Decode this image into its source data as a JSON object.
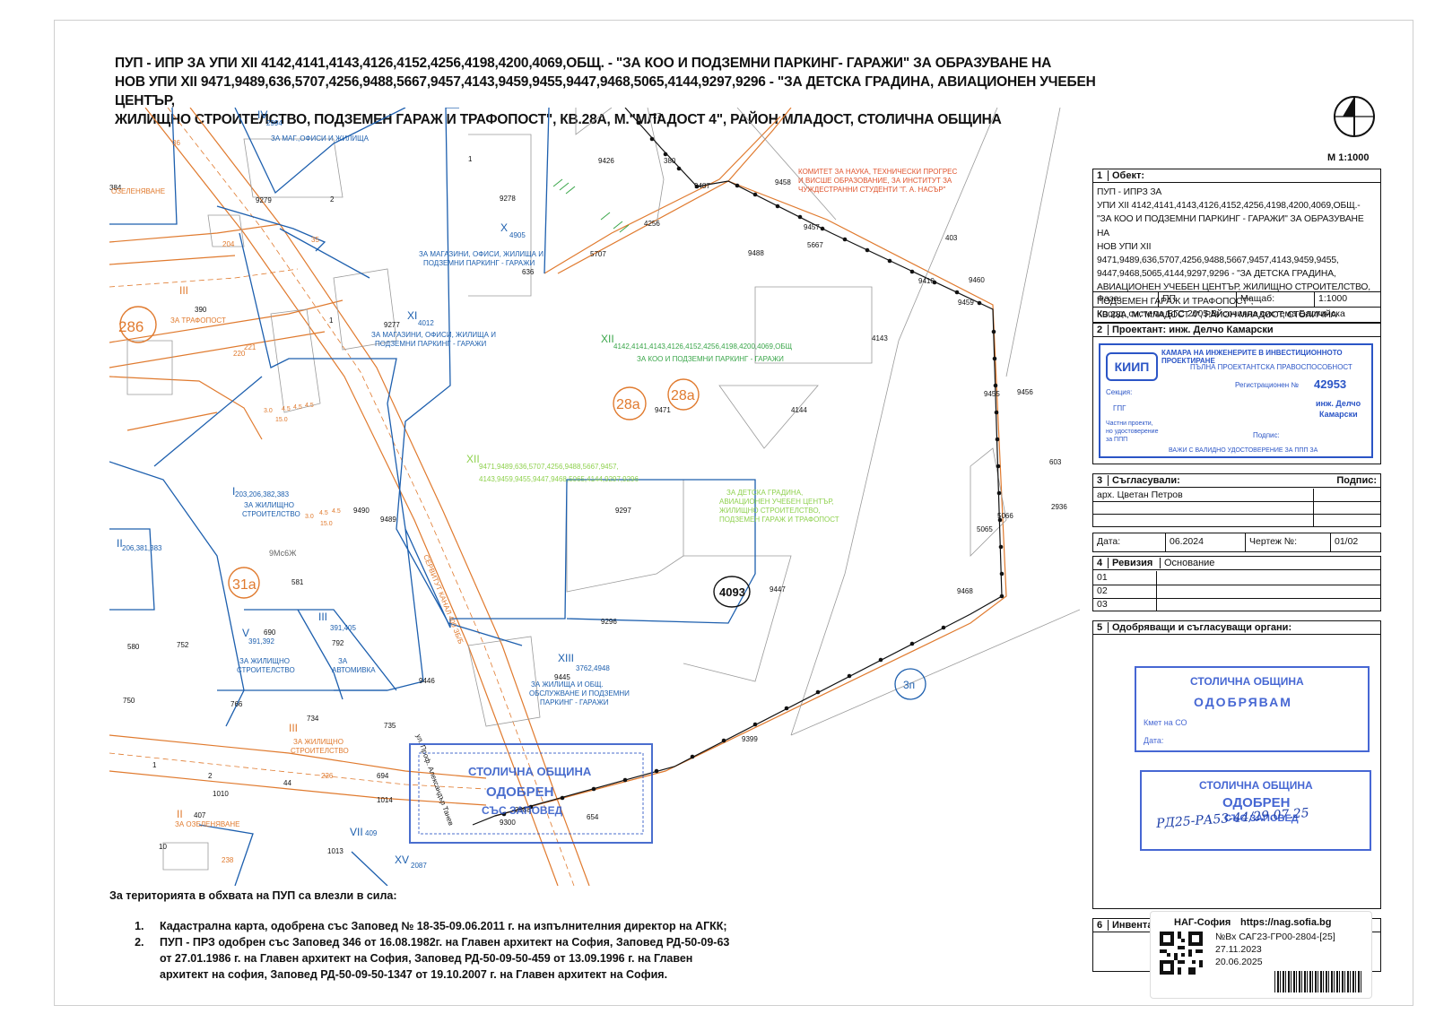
{
  "title_lines": [
    "ПУП - ИПР ЗА УПИ XII 4142,4141,4143,4126,4152,4256,4198,4200,4069,ОБЩ. - \"ЗА КОО И ПОДЗЕМНИ ПАРКИНГ- ГАРАЖИ\" ЗА ОБРАЗУВАНЕ НА",
    "НОВ УПИ XII 9471,9489,636,5707,4256,9488,5667,9457,4143,9459,9455,9447,9468,5065,4144,9297,9296 - \"ЗА ДЕТСКА ГРАДИНА, АВИАЦИОНЕН УЧЕБЕН ЦЕНТЪР,",
    "ЖИЛИЩНО СТРОИТЕЛСТВО, ПОДЗЕМЕН ГАРАЖ И ТРАФОПОСТ\", КВ.28А, М.\"МЛАДОСТ 4\", РАЙОН МЛАДОСТ, СТОЛИЧНА ОБЩИНА"
  ],
  "scale_label": "М 1:1000",
  "map": {
    "parcel_numbers": {
      "p9426": "9426",
      "p380": "380",
      "p27": "27",
      "p9278": "9278",
      "p1a": "1",
      "p9279": "9279",
      "p2a": "2",
      "p636": "636",
      "p5707": "5707",
      "p4256": "4256",
      "p9487": "9487",
      "p9458": "9458",
      "p9457": "9457",
      "p5667": "5667",
      "p9488": "9488",
      "p403": "403",
      "p9460": "9460",
      "p9459": "9459",
      "p9410": "9410",
      "p4143": "4143",
      "p9277": "9277",
      "p1b": "1",
      "p9471": "9471",
      "p4144": "4144",
      "p9455": "9455",
      "p9456": "9456",
      "p603": "603",
      "p9489": "9489",
      "p9297": "9297",
      "p2936": "2936",
      "p5066": "5066",
      "p5065": "5065",
      "p9468": "9468",
      "p9447": "9447",
      "p9296": "9296",
      "p9446": "9446",
      "p9399": "9399",
      "p580": "580",
      "p750": "750",
      "p752": "752",
      "p766": "766",
      "p734": "734",
      "p690": "690",
      "p792": "792",
      "p581": "581",
      "p1010": "1010",
      "p1013": "1013",
      "p1014": "1014",
      "p9300": "9300",
      "p2988": "2988",
      "p654": "654",
      "p694": "694",
      "p44": "44",
      "p10": "10",
      "p1c": "1",
      "p2b": "2",
      "p735": "735",
      "p9490": "9490",
      "p390": "390",
      "p384": "384",
      "p9445": "9445"
    },
    "upi_labels": {
      "u_IV": "IV",
      "u_IV_num": "2994",
      "u_IV_txt": "ЗА МАГ.,ОФИСИ И ЖИЛИЩА",
      "u_X": "X",
      "u_X_num": "4905",
      "u_X_txt1": "ЗА МАГАЗИНИ, ОФИСИ, ЖИЛИЩА И",
      "u_X_txt2": "ПОДЗЕМНИ ПАРКИНГ - ГАРАЖИ",
      "u_XI": "XI",
      "u_XI_num": "4012",
      "u_XI_txt1": "ЗА МАГАЗИНИ, ОФИСИ, ЖИЛИЩА И",
      "u_XI_txt2": "ПОДЗЕМНИ ПАРКИНГ - ГАРАЖИ",
      "u_XIIo": "XII",
      "u_XIIo_num": "4142,4141,4143,4126,4152,4256,4198,4200,4069,ОБЩ",
      "u_XIIo_txt": "ЗА КОО И ПОДЗЕМНИ ПАРКИНГ - ГАРАЖИ",
      "u_XIIn": "XII",
      "u_XIIn_num1": "9471,9489,636,5707,4256,9488,5667,9457,",
      "u_XIIn_num2": "4143,9459,9455,9447,9468,5065,4144,9297,9296",
      "u_XIIn_txt1": "ЗА ДЕТСКА ГРАДИНА,",
      "u_XIIn_txt2": "АВИАЦИОНЕН УЧЕБЕН ЦЕНТЪР,",
      "u_XIIn_txt3": "ЖИЛИЩНО СТРОИТЕЛСТВО,",
      "u_XIIn_txt4": "ПОДЗЕМЕН ГАРАЖ И ТРАФОПОСТ",
      "u_I": "I",
      "u_I_num": "203,206,382,383",
      "u_I_txt1": "ЗА ЖИЛИЩНО",
      "u_I_txt2": "СТРОИТЕЛСТВО",
      "u_II": "II",
      "u_II_num": "206,381,383",
      "u_III_a": "III",
      "u_III_a_txt": "ЗА ТРАФОПОСТ",
      "u_III_b": "III",
      "u_III_b_num": "391,405",
      "u_III_b_txt1": "ЗА",
      "u_III_b_txt2": "АВТОМИВКА",
      "u_V": "V",
      "u_V_num": "391,392",
      "u_V_txt1": "ЗА ЖИЛИЩНО",
      "u_V_txt2": "СТРОИТЕЛСТВО",
      "u_III_c": "III",
      "u_III_c_txt1": "ЗА ЖИЛИЩНО",
      "u_III_c_txt2": "СТРОИТЕЛСТВО",
      "u_XIII": "XIII",
      "u_XIII_num": "3762,4948",
      "u_XIII_txt1": "ЗА ЖИЛИЩА И ОБЩ.",
      "u_XIII_txt2": "ОБСЛУЖВАНЕ И ПОДЗЕМНИ",
      "u_XIII_txt3": "ПАРКИНГ - ГАРАЖИ",
      "u_VII": "VII",
      "u_VII_num": "409",
      "u_XV": "XV",
      "u_XV_num": "2087",
      "u_II_b": "II",
      "u_II_b_num": "407",
      "u_II_b_txt": "ЗА ОЗЕЛЕНЯВАНЕ",
      "u_ozel": "ОЗЕЛЕНЯВАНЕ",
      "committee1": "КОМИТЕТ ЗА НАУКА, ТЕХНИЧЕСКИ ПРОГРЕС",
      "committee2": "И ВИСШЕ ОБРАЗОВАНИЕ, ЗА ИНСТИТУТ ЗА",
      "committee3": "ЧУЖДЕСТРАННИ СТУДЕНТИ \"Г. А. НАСЪР\"",
      "street": "ул. Проф. Александър Танев",
      "servitude": "СЕРВИТУТ КАНАЛ 400 ЗБ/Б",
      "kv28a_1": "28а",
      "kv28a_2": "28а",
      "kv286": "286",
      "kv31a": "31а",
      "kv3p": "3п",
      "q4093": "4093",
      "road_a": "4.5",
      "road_b": "4.5",
      "road_c": "4.5",
      "road_d": "3.0",
      "road_e": "15.0",
      "road_f": "3.0",
      "road_g": "15.0",
      "road_h": "4.5",
      "road_i": "4.5",
      "sign": "9Мс6Ж",
      "os220": "220",
      "os221": "221",
      "os204": "204",
      "os226": "226",
      "os238": "238",
      "os36": "36",
      "os35": "35"
    },
    "stamp_map": {
      "line1": "СТОЛИЧНА ОБЩИНА",
      "line2": "ОДОБРЕН",
      "line3": "СЪС ЗАПОВЕД"
    }
  },
  "block1": {
    "num": "1",
    "label": "Обект:",
    "lines": [
      "ПУП - ИПРЗ ЗА",
      "УПИ XII 4142,4141,4143,4126,4152,4256,4198,4200,4069,ОБЩ.-",
      "\"ЗА КОО И ПОДЗЕМНИ ПАРКИНГ - ГАРАЖИ\" ЗА ОБРАЗУВАНЕ НА",
      "НОВ УПИ XII 9471,9489,636,5707,4256,9488,5667,9457,4143,9459,9455,",
      "9447,9468,5065,4144,9297,9296 - \"ЗА ДЕТСКА ГРАДИНА,",
      "АВИАЦИОНЕН УЧЕБЕН ЦЕНТЪР, ЖИЛИЩНО СТРОИТЕЛСТВО,",
      "ПОДЗЕМЕН ГАРАЖ И ТРАФОПОСТ\",",
      "КВ.28А, М.\"МЛАДОСТ 4\", РАЙОН МЛАДОСТ, СТОЛИЧНА ОБЩИНА"
    ],
    "phase_label": "Фаза:",
    "phase": "ПП",
    "scale_label": "Мащаб:",
    "scale": "1:1000",
    "coords": "Коорд. система БГС 2005,Височинна система Балтийска"
  },
  "block2": {
    "num": "2",
    "label": "Проектант: инж. Делчо Камарски",
    "stamp": {
      "logo": "КИИП",
      "line1": "КАМАРА НА ИНЖЕНЕРИТЕ В ИНВЕСТИЦИОННОТО ПРОЕКТИРАНЕ",
      "line2": "ПЪЛНА ПРОЕКТАНТСКА ПРАВОСПОСОБНОСТ",
      "reg_label": "Регистрационен №",
      "reg": "42953",
      "section_label": "Секция:",
      "section": "ГПГ",
      "name1": "инж. Делчо",
      "name2": "Камарски",
      "note1": "Частни проекти,",
      "note2": "но удостоверение",
      "note3": "за ППП",
      "sign": "Подпис:",
      "footer": "ВАЖИ С ВАЛИДНО УДОСТОВЕРЕНИЕ ЗА ППП ЗА"
    }
  },
  "block3": {
    "num": "3",
    "label": "Съгласували:",
    "sign_label": "Подпис:",
    "person": "арх. Цветан Петров"
  },
  "block3b": {
    "date_label": "Дата:",
    "date": "06.2024",
    "drawing_label": "Чертеж №:",
    "drawing": "01/02"
  },
  "block4": {
    "num": "4",
    "label": "Ревизия",
    "basis": "Основание",
    "rows": [
      "01",
      "02",
      "03"
    ]
  },
  "block5": {
    "num": "5",
    "label": "Одобряващи и съгласуващи органи:",
    "stamp1": {
      "line1": "СТОЛИЧНА ОБЩИНА",
      "line2": "ОДОБРЯВАМ",
      "line3": "Кмет на СО",
      "line4": "Дата:"
    },
    "stamp2": {
      "line1": "СТОЛИЧНА ОБЩИНА",
      "line2": "ОДОБРЕН",
      "line3": "СЪС ЗАПОВЕД"
    },
    "handwritten": "РД25-РА53-44/29.07.25"
  },
  "block6": {
    "num": "6",
    "label": "Инвентар"
  },
  "legal": {
    "heading": "За територията в обхвата на ПУП са влезли в сила:",
    "items": [
      "Кадастрална карта, одобрена със Заповед № 18-35-09.06.2011 г. на изпълнителния директор на АГКК;",
      "ПУП - ПРЗ одобрен със Заповед 346 от 16.08.1982г. на Главен архитект на София, Заповед РД-50-09-63 от 27.01.1986 г. на Главен архитект на София, Заповед РД-50-09-50-459 от 13.09.1996 г. на Главен архитект на софия, Заповед РД-50-09-50-1347 от 19.10.2007 г. на Главен архитект на София."
    ]
  },
  "nag": {
    "name": "НАГ-София",
    "url": "https://nag.sofia.bg",
    "ref": "№Вх САГ23-ГР00-2804-[25]",
    "date1": "27.11.2023",
    "date2": "20.06.2025"
  },
  "colors": {
    "blue": "#1d5fae",
    "orange": "#e07a2e",
    "green": "#3aa64a",
    "lime": "#8fd14f",
    "stamp": "#2b55c6"
  }
}
